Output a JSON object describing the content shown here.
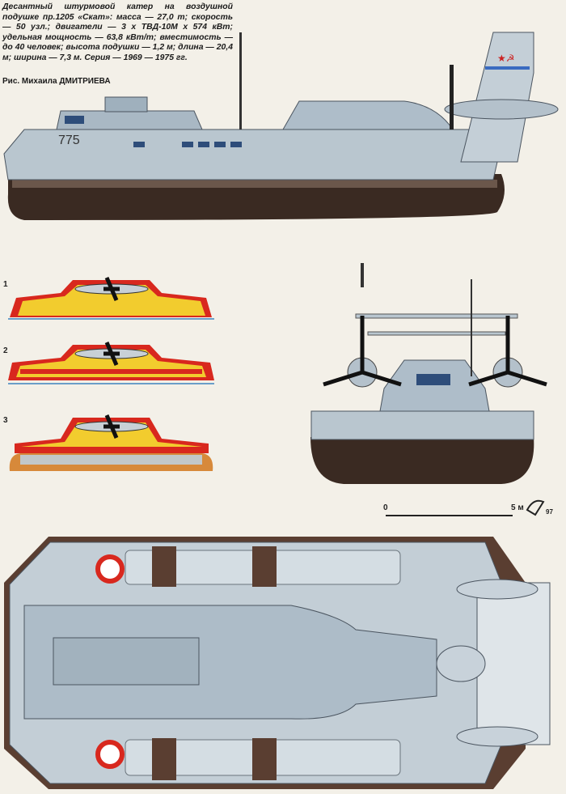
{
  "caption": {
    "description": "Десантный штурмовой катер на воздушной подушке пр.1205 «Скат»: масса — 27,0 т; скорость — 50 узл.; двигатели — 3 х ТВД-10М х 574 кВт; удельная мощность — 63,8 кВт/т; вместимость — до 40 человек; высота подушки — 1,2 м; длина — 20,4 м; ширина — 7,3 м. Серия — 1969 — 1975 гг.",
    "credit": "Рис. Михаила ДМИТРИЕВА"
  },
  "side_view": {
    "hull_number": "775"
  },
  "sections": [
    {
      "label": "1"
    },
    {
      "label": "2"
    },
    {
      "label": "3"
    }
  ],
  "scale": {
    "start": "0",
    "end": "5 м",
    "signature_year": "97"
  },
  "colors": {
    "hull": "#b9c6cf",
    "skirt": "#3a2a22",
    "yellow": "#f2cc2e",
    "red": "#d8281e",
    "flag_red": "#cc2222",
    "flag_blue": "#3a6bc0"
  }
}
